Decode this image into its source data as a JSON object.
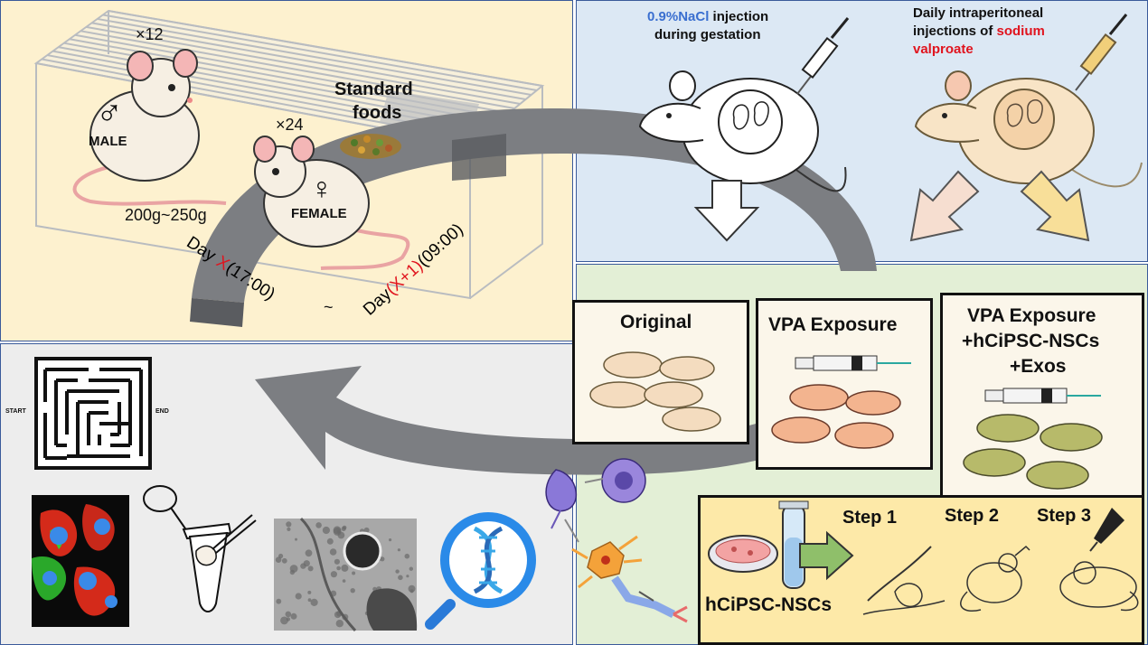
{
  "colors": {
    "panel_tl": "#fdf1cf",
    "panel_tr": "#dce8f4",
    "panel_br": "#e3efd6",
    "panel_bl": "#ededed",
    "step_box": "#fde9a8",
    "arrow_gray": "#7c7e82",
    "red": "#e0141e",
    "blue": "#3a6fd0",
    "pup_original": "#f4dcbf",
    "pup_vpa": "#f3b48f",
    "pup_treated": "#b7ba6a"
  },
  "mating": {
    "male_count": "×12",
    "male_label": "MALE",
    "male_symbol": "♂",
    "female_count": "×24",
    "female_label": "FEMALE",
    "female_symbol": "♀",
    "weight": "200g~250g",
    "food_line1": "Standard",
    "food_line2": "foods",
    "day_start_a": "Day ",
    "day_start_b": "X",
    "day_start_c": "(17:00)",
    "tilde": "~",
    "day_end_a": "Day",
    "day_end_b": "(X+1)",
    "day_end_c": "(09:00)"
  },
  "injection": {
    "control_a": "0.9%NaCl",
    "control_b": " injection",
    "control_c": "during gestation",
    "vpa_a": "Daily intraperitoneal",
    "vpa_b": "injections of ",
    "vpa_c": "sodium",
    "vpa_d": "valproate"
  },
  "groups": {
    "original": "Original",
    "vpa": "VPA Exposure",
    "treated_l1": "VPA Exposure",
    "treated_l2": "+hCiPSC-NSCs",
    "treated_l3": "+Exos"
  },
  "steps": {
    "cells": "hCiPSC-NSCs",
    "step1": "Step 1",
    "step2": "Step 2",
    "step3": "Step 3"
  },
  "maze": {
    "start": "START",
    "end": "END"
  }
}
